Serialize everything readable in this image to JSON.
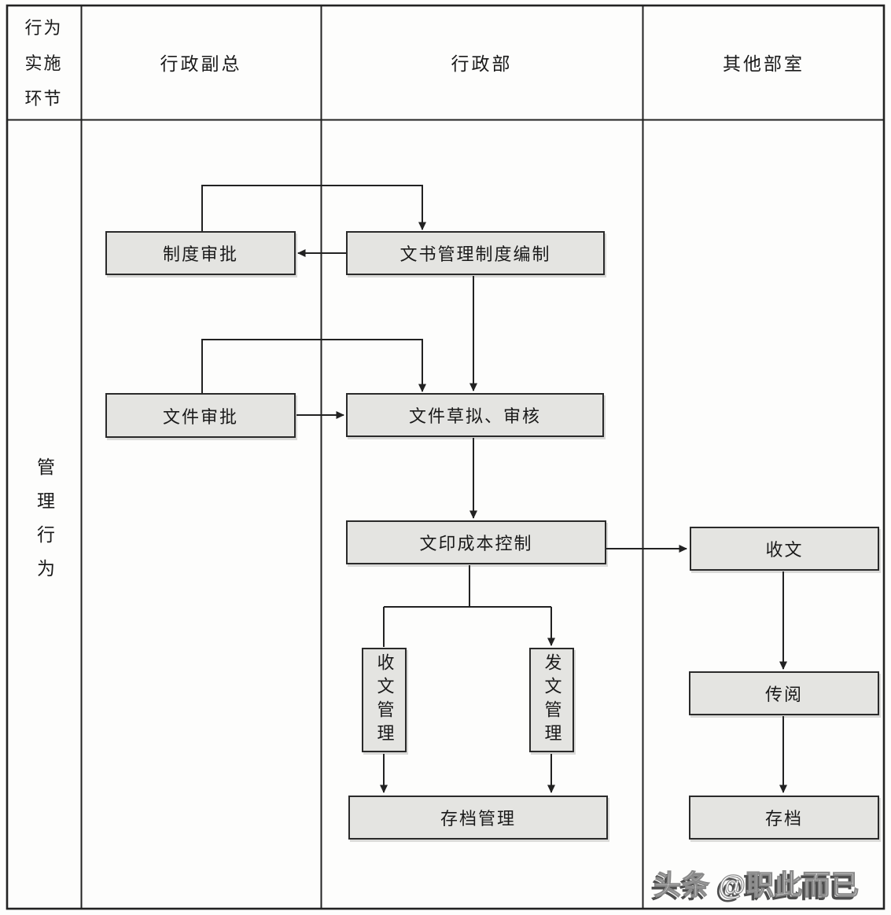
{
  "header": {
    "stage_label_lines": [
      "行为",
      "实施",
      "环节"
    ],
    "columns": [
      {
        "label": "行政副总"
      },
      {
        "label": "行政部"
      },
      {
        "label": "其他部室"
      }
    ]
  },
  "row_label": "管理行为",
  "nodes": {
    "system_approval": "制度审批",
    "document_system_drafting": "文书管理制度编制",
    "file_approval": "文件审批",
    "file_drafting_review": "文件草拟、审核",
    "printing_cost_control": "文印成本控制",
    "receive_documents": "收文",
    "incoming_doc_mgmt": "收文管理",
    "outgoing_doc_mgmt": "发文管理",
    "archive_mgmt": "存档管理",
    "circulation": "传阅",
    "archive": "存档"
  },
  "watermark": "头条 @职此而已",
  "colors": {
    "line": "#222222",
    "node_fill": "#e4e4e1",
    "node_border": "#2a2a2a"
  }
}
